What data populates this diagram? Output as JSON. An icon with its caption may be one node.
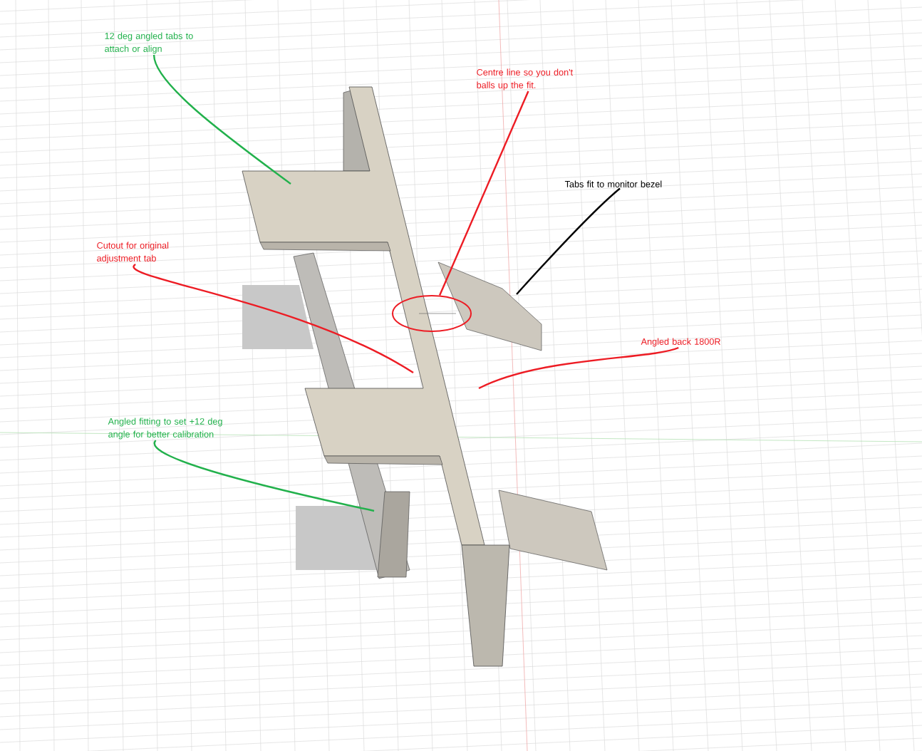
{
  "diagram": {
    "nodes": [
      {
        "text": [
          "12 deg angled tabs to attach or align"
        ]
      },
      {
        "text": [
          "Centre line so you don't balls up the fit."
        ]
      },
      {
        "text": [
          "Tabs fit to monitor bezel"
        ]
      },
      {
        "text": [
          "Cutout for original adjustment tab"
        ]
      },
      {
        "text": [],
        "shape": "circle"
      },
      {
        "text": [
          "Angled back 1800R"
        ]
      },
      {
        "text": [
          "Angled fitting to set +12 deg angle for better calibration"
        ]
      }
    ],
    "edges": [
      {
        "from": 0,
        "to": null,
        "arrow": "none",
        "color": "#22b14c"
      },
      {
        "from": 1,
        "to": 4,
        "arrow": "none"
      },
      {
        "from": 2,
        "to": null,
        "arrow": "none",
        "color": "#000000"
      },
      {
        "from": 3,
        "to": null,
        "arrow": "none"
      },
      {
        "from": 5,
        "to": null,
        "arrow": "none"
      },
      {
        "from": 6,
        "to": null,
        "arrow": "none",
        "color": "#22b14c"
      }
    ]
  }
}
